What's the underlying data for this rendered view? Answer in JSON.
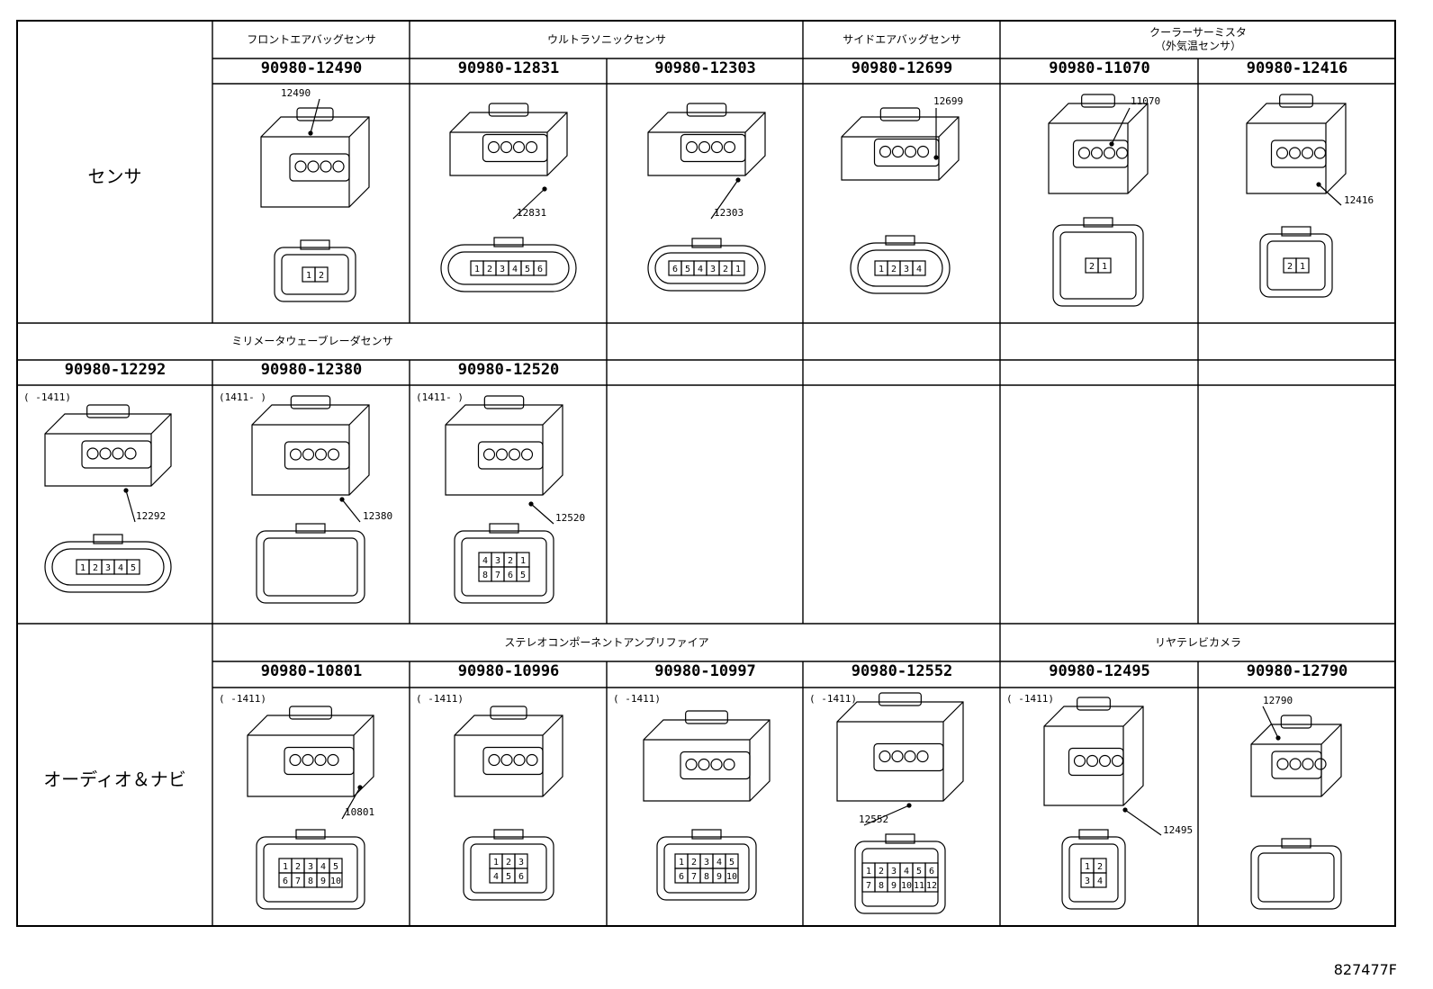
{
  "rows": {
    "sensor": "センサ",
    "audio": "オーディオ＆ナビ"
  },
  "groups": {
    "front_airbag": "フロントエアバッグセンサ",
    "ultrasonic": "ウルトラソニックセンサ",
    "side_airbag": "サイドエアバッグセンサ",
    "cooler_thermistor_1": "クーラーサーミスタ",
    "cooler_thermistor_2": "（外気温センサ）",
    "mmwave_radar": "ミリメータウェーブレーダセンサ",
    "stereo_amp": "ステレオコンポーネントアンプリファイア",
    "rear_camera": "リヤテレビカメラ"
  },
  "parts": [
    {
      "id": "p12490",
      "pn": "90980-12490",
      "callout": "12490",
      "pins": [
        "1",
        "2"
      ]
    },
    {
      "id": "p12831",
      "pn": "90980-12831",
      "callout": "12831",
      "pins": [
        "1",
        "2",
        "3",
        "4",
        "5",
        "6"
      ]
    },
    {
      "id": "p12303",
      "pn": "90980-12303",
      "callout": "12303",
      "pins": [
        "6",
        "5",
        "4",
        "3",
        "2",
        "1"
      ]
    },
    {
      "id": "p12699",
      "pn": "90980-12699",
      "callout": "12699",
      "pins": [
        "1",
        "2",
        "3",
        "4"
      ]
    },
    {
      "id": "p11070",
      "pn": "90980-11070",
      "callout": "11070",
      "pins": [
        "2",
        "1"
      ]
    },
    {
      "id": "p12416",
      "pn": "90980-12416",
      "callout": "12416",
      "pins": [
        "2",
        "1"
      ]
    },
    {
      "id": "p12292",
      "pn": "90980-12292",
      "callout": "12292",
      "range": "(    -1411)",
      "pins": [
        "1",
        "2",
        "3",
        "4",
        "5"
      ]
    },
    {
      "id": "p12380",
      "pn": "90980-12380",
      "callout": "12380",
      "range": "(1411-    )",
      "pins": []
    },
    {
      "id": "p12520",
      "pn": "90980-12520",
      "callout": "12520",
      "range": "(1411-    )",
      "pins": [
        "4",
        "3",
        "2",
        "1",
        "8",
        "7",
        "6",
        "5"
      ]
    },
    {
      "id": "p10801",
      "pn": "90980-10801",
      "callout": "10801",
      "range": "(    -1411)",
      "pins": [
        "1",
        "2",
        "3",
        "4",
        "5",
        "6",
        "7",
        "8",
        "9",
        "10"
      ]
    },
    {
      "id": "p10996",
      "pn": "90980-10996",
      "callout": "",
      "range": "(    -1411)",
      "pins": [
        "1",
        "2",
        "3",
        "4",
        "5",
        "6"
      ]
    },
    {
      "id": "p10997",
      "pn": "90980-10997",
      "callout": "",
      "range": "(    -1411)",
      "pins": [
        "1",
        "2",
        "3",
        "4",
        "5",
        "6",
        "7",
        "8",
        "9",
        "10"
      ]
    },
    {
      "id": "p12552",
      "pn": "90980-12552",
      "callout": "12552",
      "range": "(    -1411)",
      "pins": [
        "1",
        "2",
        "3",
        "4",
        "5",
        "6",
        "7",
        "8",
        "9",
        "10",
        "11",
        "12"
      ]
    },
    {
      "id": "p12495",
      "pn": "90980-12495",
      "callout": "12495",
      "range": "(    -1411)",
      "pins": [
        "1",
        "2",
        "3",
        "4"
      ]
    },
    {
      "id": "p12790",
      "pn": "90980-12790",
      "callout": "12790",
      "pins": []
    }
  ],
  "drawing_number": "827477F"
}
